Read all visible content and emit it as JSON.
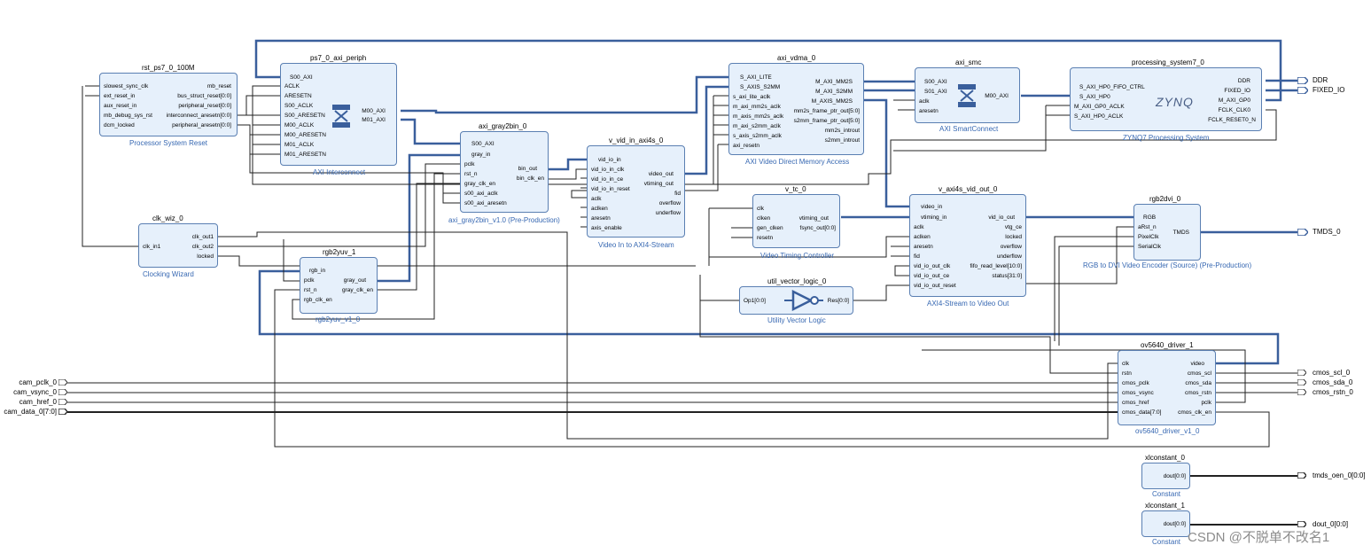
{
  "blocks": {
    "rst": {
      "title": "rst_ps7_0_100M",
      "caption": "Processor System Reset",
      "left": [
        "slowest_sync_clk",
        "ext_reset_in",
        "aux_reset_in",
        "mb_debug_sys_rst",
        "dcm_locked"
      ],
      "right": [
        "mb_reset",
        "bus_struct_reset[0:0]",
        "peripheral_reset[0:0]",
        "interconnect_aresetn[0:0]",
        "peripheral_aresetn[0:0]"
      ]
    },
    "ic": {
      "title": "ps7_0_axi_periph",
      "caption": "AXI Interconnect",
      "left": [
        "S00_AXI",
        "ACLK",
        "ARESETN",
        "S00_ACLK",
        "S00_ARESETN",
        "M00_ACLK",
        "M00_ARESETN",
        "M01_ACLK",
        "M01_ARESETN"
      ],
      "right": [
        "M00_AXI",
        "M01_AXI"
      ]
    },
    "vdma": {
      "title": "axi_vdma_0",
      "caption": "AXI Video Direct Memory Access",
      "left": [
        "S_AXI_LITE",
        "S_AXIS_S2MM",
        "s_axi_lite_aclk",
        "m_axi_mm2s_aclk",
        "m_axis_mm2s_aclk",
        "m_axi_s2mm_aclk",
        "s_axis_s2mm_aclk",
        "axi_resetn"
      ],
      "right": [
        "M_AXI_MM2S",
        "M_AXI_S2MM",
        "M_AXIS_MM2S",
        "mm2s_frame_ptr_out[5:0]",
        "s2mm_frame_ptr_out[5:0]",
        "mm2s_introut",
        "s2mm_introut"
      ]
    },
    "smc": {
      "title": "axi_smc",
      "caption": "AXI SmartConnect",
      "left": [
        "S00_AXI",
        "S01_AXI",
        "aclk",
        "aresetn"
      ],
      "right": [
        "M00_AXI"
      ]
    },
    "ps": {
      "title": "processing_system7_0",
      "caption": "ZYNQ7 Processing System",
      "logo": "ZYNQ",
      "left": [
        "S_AXI_HP0_FIFO_CTRL",
        "S_AXI_HP0",
        "M_AXI_GP0_ACLK",
        "S_AXI_HP0_ACLK"
      ],
      "right": [
        "DDR",
        "FIXED_IO",
        "M_AXI_GP0",
        "FCLK_CLK0",
        "FCLK_RESET0_N"
      ]
    },
    "g2b": {
      "title": "axi_gray2bin_0",
      "caption": "axi_gray2bin_v1.0 (Pre-Production)",
      "left": [
        "S00_AXI",
        "gray_in",
        "pclk",
        "rst_n",
        "gray_clk_en",
        "s00_axi_aclk",
        "s00_axi_aresetn"
      ],
      "right": [
        "bin_out",
        "bin_clk_en"
      ]
    },
    "vin": {
      "title": "v_vid_in_axi4s_0",
      "caption": "Video In to AXI4-Stream",
      "left": [
        "vid_io_in",
        "vid_io_in_clk",
        "vid_io_in_ce",
        "vid_io_in_reset",
        "aclk",
        "aclken",
        "aresetn",
        "axis_enable"
      ],
      "right": [
        "video_out",
        "vtiming_out",
        "fid",
        "overflow",
        "underflow"
      ]
    },
    "vtc": {
      "title": "v_tc_0",
      "caption": "Video Timing Controller",
      "left": [
        "clk",
        "clken",
        "gen_clken",
        "resetn"
      ],
      "right": [
        "vtiming_out",
        "fsync_out[0:0]"
      ]
    },
    "vout": {
      "title": "v_axi4s_vid_out_0",
      "caption": "AXI4-Stream to Video Out",
      "left": [
        "video_in",
        "vtiming_in",
        "aclk",
        "aclken",
        "aresetn",
        "fid",
        "vid_io_out_clk",
        "vid_io_out_ce",
        "vid_io_out_reset"
      ],
      "right": [
        "vid_io_out",
        "vtg_ce",
        "locked",
        "overflow",
        "underflow",
        "fifo_read_level[10:0]",
        "status[31:0]"
      ]
    },
    "rgb2dvi": {
      "title": "rgb2dvi_0",
      "caption": "RGB to DVI Video Encoder (Source) (Pre-Production)",
      "left": [
        "RGB",
        "aRst_n",
        "PixelClk",
        "SerialClk"
      ],
      "right": [
        "TMDS"
      ]
    },
    "clk": {
      "title": "clk_wiz_0",
      "caption": "Clocking Wizard",
      "left": [
        "clk_in1"
      ],
      "right": [
        "clk_out1",
        "clk_out2",
        "locked"
      ]
    },
    "r2y": {
      "title": "rgb2yuv_1",
      "caption": "rgb2yuv_v1_0",
      "left": [
        "rgb_in",
        "pclk",
        "rst_n",
        "rgb_clk_en"
      ],
      "right": [
        "gray_out",
        "gray_clk_en"
      ]
    },
    "uvl": {
      "title": "util_vector_logic_0",
      "caption": "Utility Vector Logic",
      "left": [
        "Op1[0:0]"
      ],
      "right": [
        "Res[0:0]"
      ]
    },
    "ov": {
      "title": "ov5640_driver_1",
      "caption": "ov5640_driver_v1_0",
      "left": [
        "clk",
        "rstn",
        "cmos_pclk",
        "cmos_vsync",
        "cmos_href",
        "cmos_data[7:0]"
      ],
      "right": [
        "video",
        "cmos_scl",
        "cmos_sda",
        "cmos_rstn",
        "pclk",
        "cmos_clk_en"
      ]
    },
    "xc0": {
      "title": "xlconstant_0",
      "caption": "Constant",
      "right": [
        "dout[0:0]"
      ]
    },
    "xc1": {
      "title": "xlconstant_1",
      "caption": "Constant",
      "right": [
        "dout[0:0]"
      ]
    }
  },
  "external": {
    "inputs": [
      "cam_pclk_0",
      "cam_vsync_0",
      "cam_href_0",
      "cam_data_0[7:0]"
    ],
    "outputs": [
      "DDR",
      "FIXED_IO",
      "TMDS_0",
      "cmos_scl_0",
      "cmos_sda_0",
      "cmos_rstn_0",
      "tmds_oen_0[0:0]",
      "dout_0[0:0]"
    ]
  },
  "watermark": "CSDN @不脱单不改名1",
  "colors": {
    "block_fill": "#e6f0fb",
    "block_border": "#5a7fb2",
    "bus": "#3a5f9c",
    "net": "#222222",
    "caption": "#3768b2"
  }
}
